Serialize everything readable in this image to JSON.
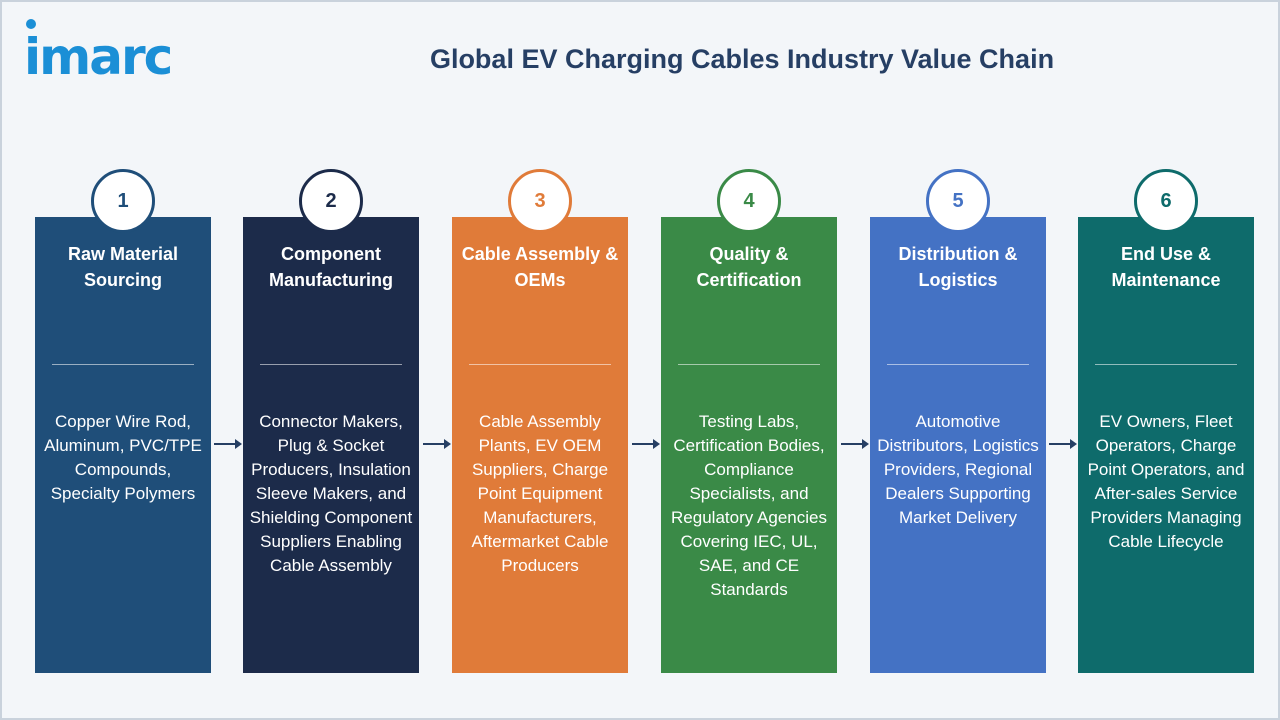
{
  "brand": {
    "logo_text": "imarc",
    "color": "#1b8fd6"
  },
  "title": "Global EV Charging Cables Industry Value Chain",
  "steps": [
    {
      "number": "1",
      "heading": "Raw Material Sourcing",
      "description": "Copper Wire Rod, Aluminum, PVC/TPE Compounds, Specialty Polymers",
      "color": "#1f4e79"
    },
    {
      "number": "2",
      "heading": "Component Manufacturing",
      "description": "Connector Makers, Plug & Socket Producers, Insulation Sleeve Makers, and Shielding Component Suppliers Enabling Cable Assembly",
      "color": "#1c2b4a"
    },
    {
      "number": "3",
      "heading": "Cable Assembly & OEMs",
      "description": "Cable Assembly Plants, EV OEM Suppliers, Charge Point Equipment Manufacturers, Aftermarket Cable Producers",
      "color": "#e07b39"
    },
    {
      "number": "4",
      "heading": "Quality & Certification",
      "description": "Testing Labs, Certification Bodies, Compliance Specialists, and Regulatory Agencies Covering IEC, UL, SAE, and CE Standards",
      "color": "#3a8a47"
    },
    {
      "number": "5",
      "heading": "Distribution & Logistics",
      "description": "Automotive Distributors, Logistics Providers, Regional Dealers Supporting Market Delivery",
      "color": "#4472c4"
    },
    {
      "number": "6",
      "heading": "End Use & Maintenance",
      "description": "EV Owners, Fleet Operators, Charge Point Operators, and After-sales Service Providers Managing Cable Lifecycle",
      "color": "#0e6b6b"
    }
  ],
  "arrow_color": "#263f64"
}
